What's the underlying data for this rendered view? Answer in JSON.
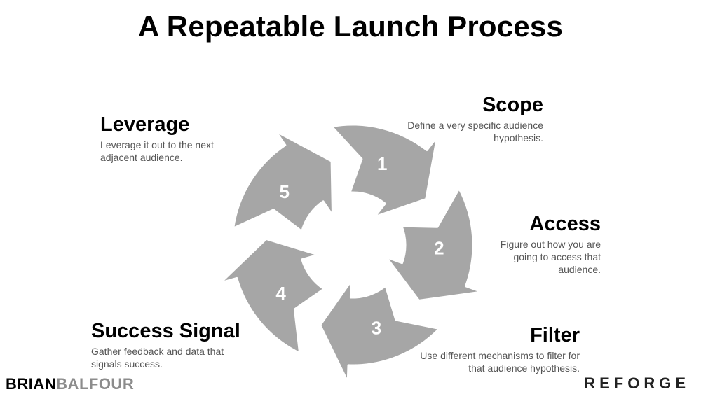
{
  "title": "A Repeatable Launch Process",
  "steps": [
    {
      "number": "1",
      "name": "Scope",
      "description": "Define a very specific audience hypothesis."
    },
    {
      "number": "2",
      "name": "Access",
      "description": "Figure out how you are going to access that audience."
    },
    {
      "number": "3",
      "name": "Filter",
      "description": "Use different mechanisms to filter for that audience hypothesis."
    },
    {
      "number": "4",
      "name": "Success Signal",
      "description": "Gather feedback and data that signals success."
    },
    {
      "number": "5",
      "name": "Leverage",
      "description": "Leverage it out to the next adjacent audience."
    }
  ],
  "branding": {
    "left_first": "BRIAN",
    "left_last": "BALFOUR",
    "right": "REFORGE"
  },
  "colors": {
    "arrow_fill": "#a6a6a6",
    "number_text": "#ffffff"
  }
}
